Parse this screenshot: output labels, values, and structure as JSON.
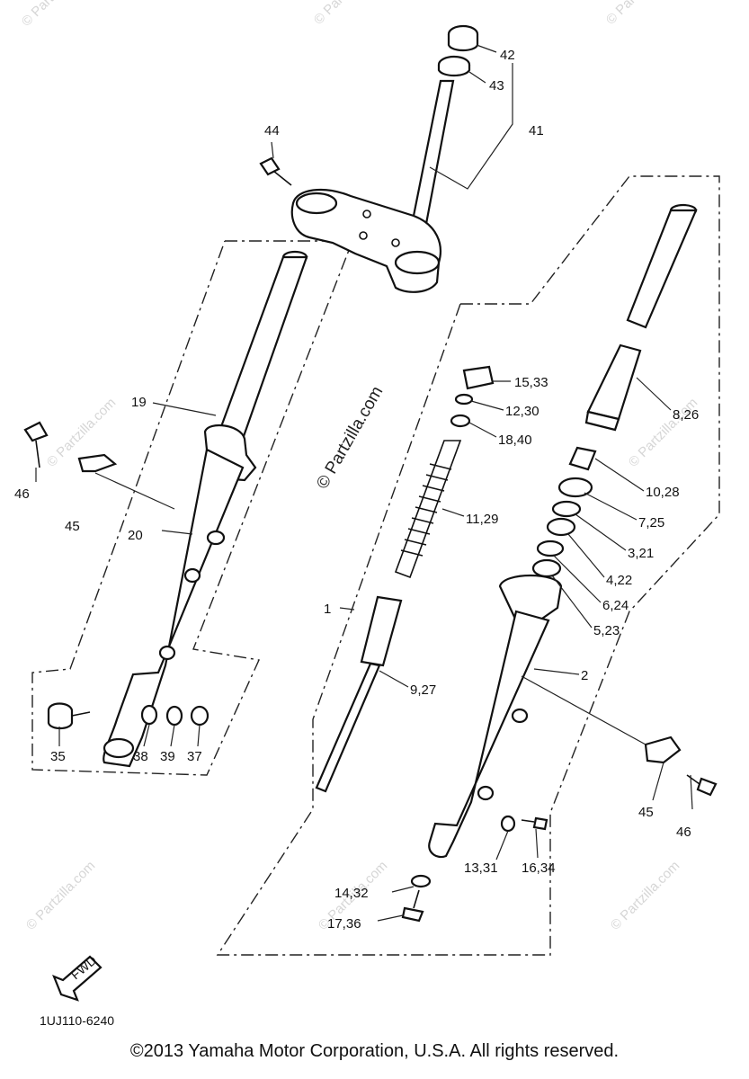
{
  "diagram": {
    "watermark_text": "© Partzilla.com",
    "diagram_code": "1UJ110-6240",
    "fwd_label": "FWD",
    "copyright": "©2013  Yamaha Motor Corporation, U.S.A. All rights reserved.",
    "callouts": {
      "c42": "42",
      "c43": "43",
      "c41": "41",
      "c44": "44",
      "c19": "19",
      "c20": "20",
      "c46a": "46",
      "c45a": "45",
      "c35": "35",
      "c38": "38",
      "c39": "39",
      "c37": "37",
      "c1": "1",
      "c2": "2",
      "c15_33": "15,33",
      "c12_30": "12,30",
      "c18_40": "18,40",
      "c11_29": "11,29",
      "c9_27": "9,27",
      "c8_26": "8,26",
      "c10_28": "10,28",
      "c7_25": "7,25",
      "c3_21": "3,21",
      "c4_22": "4,22",
      "c6_24": "6,24",
      "c5_23": "5,23",
      "c45b": "45",
      "c46b": "46",
      "c13_31": "13,31",
      "c16_34": "16,34",
      "c14_32": "14,32",
      "c17_36": "17,36"
    }
  }
}
